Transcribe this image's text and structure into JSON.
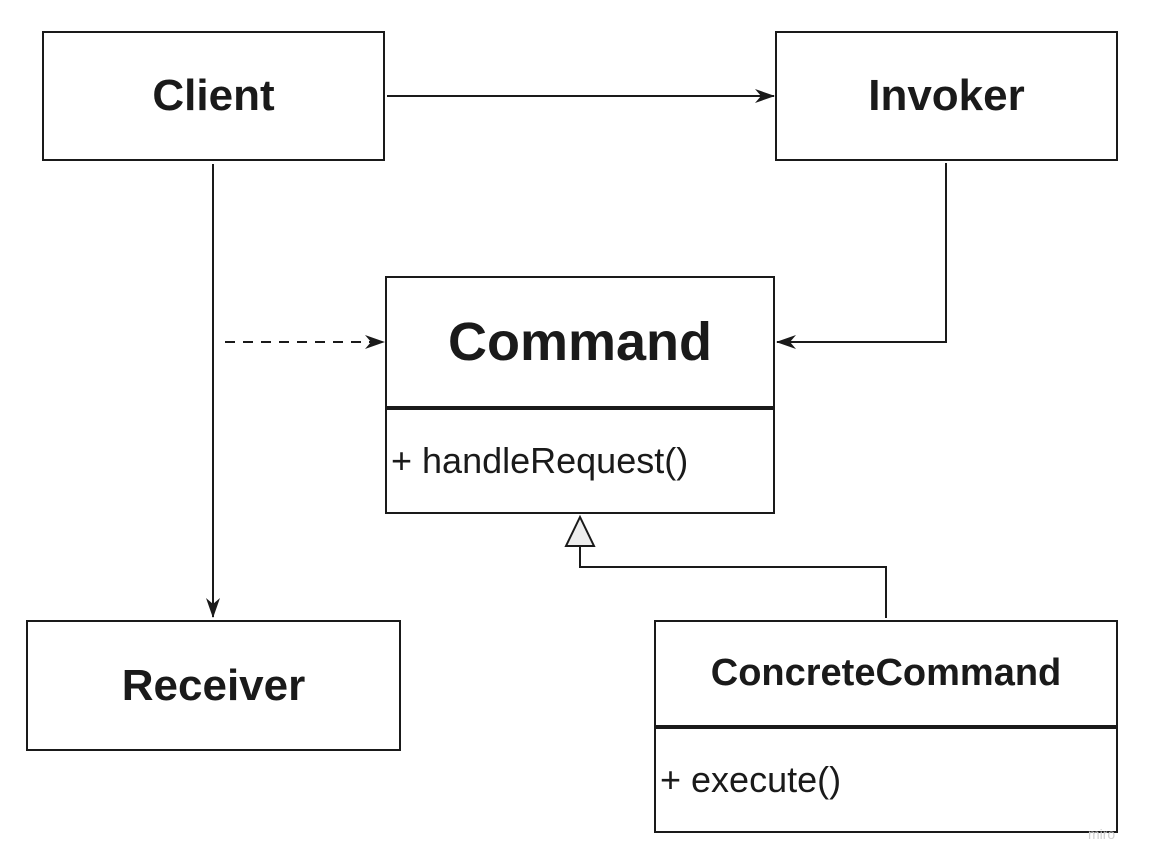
{
  "classes": {
    "client": {
      "name": "Client"
    },
    "invoker": {
      "name": "Invoker"
    },
    "receiver": {
      "name": "Receiver"
    },
    "command": {
      "name": "Command",
      "method": "+ handleRequest()"
    },
    "concrete_command": {
      "name": "ConcreteCommand",
      "method": "+ execute()"
    }
  },
  "relations": [
    {
      "from": "Client",
      "to": "Invoker",
      "kind": "association"
    },
    {
      "from": "Invoker",
      "to": "Command",
      "kind": "association"
    },
    {
      "from": "Client",
      "to": "Command",
      "kind": "dependency"
    },
    {
      "from": "Client",
      "to": "Receiver",
      "kind": "association"
    },
    {
      "from": "ConcreteCommand",
      "to": "Command",
      "kind": "generalization"
    }
  ],
  "watermark": "miro",
  "colors": {
    "line": "#1a1a1a",
    "triangle_fill": "#eeeeee",
    "background": "#ffffff"
  }
}
